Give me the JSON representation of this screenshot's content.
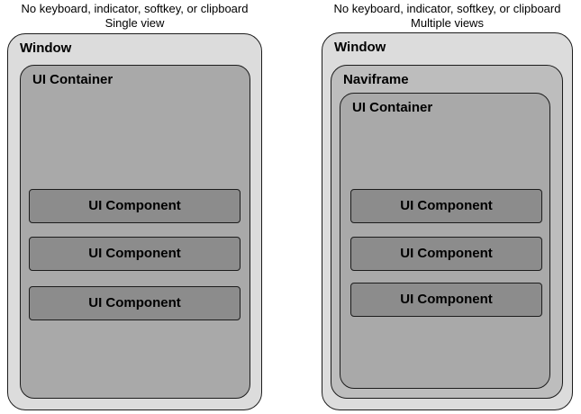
{
  "colors": {
    "window_fill": "#dcdcdc",
    "naviframe_fill": "#bdbdbd",
    "container_fill": "#a9a9a9",
    "component_fill": "#8c8c8c",
    "border": "#1c1c1c"
  },
  "left_panel": {
    "caption_line1": "No keyboard, indicator, softkey, or clipboard",
    "caption_line2": "Single view",
    "window_label": "Window",
    "container_label": "UI Container",
    "components": [
      "UI Component",
      "UI Component",
      "UI Component"
    ]
  },
  "right_panel": {
    "caption_line1": "No keyboard, indicator, softkey, or clipboard",
    "caption_line2": "Multiple views",
    "window_label": "Window",
    "naviframe_label": "Naviframe",
    "container_label": "UI Container",
    "components": [
      "UI Component",
      "UI Component",
      "UI Component"
    ]
  }
}
